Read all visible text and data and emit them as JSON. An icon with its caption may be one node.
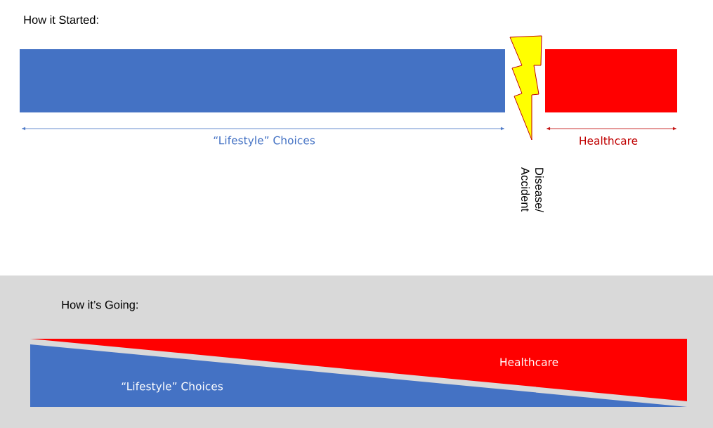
{
  "diagram": {
    "nodes": [
      {
        "text": [],
        "shape": "bar",
        "beside": [
          "“Lifestyle” Choices"
        ]
      },
      {
        "text": [],
        "shape": "lightning",
        "beside": [
          "Disease/ Accident"
        ]
      },
      {
        "text": [],
        "shape": "bar",
        "beside": [
          "Healthcare"
        ]
      },
      {
        "text": [
          "How it’s Going:"
        ]
      },
      {
        "text": [
          "Healthcare"
        ],
        "in": 3
      },
      {
        "text": [
          "“Lifestyle” Choices"
        ],
        "in": 3
      }
    ],
    "labels": [
      "How it Started:"
    ]
  }
}
